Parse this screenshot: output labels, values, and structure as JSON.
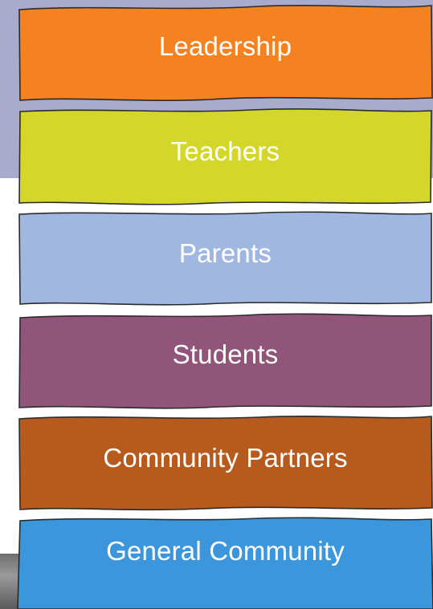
{
  "stakeholders": [
    {
      "label": "Leadership",
      "color": "#f58220"
    },
    {
      "label": "Teachers",
      "color": "#d4d62a"
    },
    {
      "label": "Parents",
      "color": "#a0b7e1"
    },
    {
      "label": "Students",
      "color": "#915579"
    },
    {
      "label": "Community Partners",
      "color": "#b75a1e"
    },
    {
      "label": "General Community",
      "color": "#3b96dc"
    }
  ]
}
